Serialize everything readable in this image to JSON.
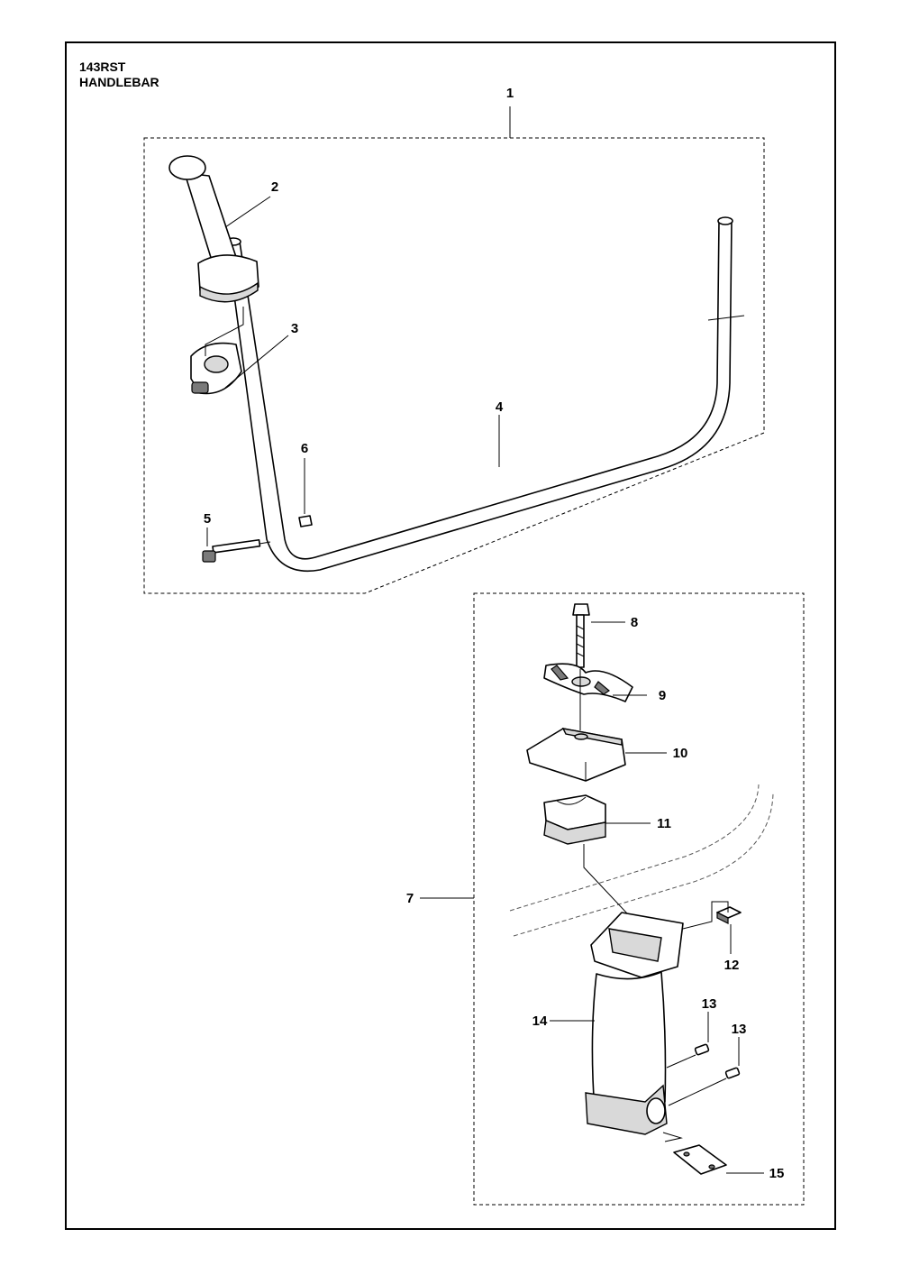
{
  "header": {
    "model": "143RST",
    "section": "HANDLEBAR"
  },
  "callouts": {
    "c1": "1",
    "c2": "2",
    "c3": "3",
    "c4": "4",
    "c5": "5",
    "c6": "6",
    "c7": "7",
    "c8": "8",
    "c9": "9",
    "c10": "10",
    "c11": "11",
    "c12": "12",
    "c13a": "13",
    "c13b": "13",
    "c14": "14",
    "c15": "15"
  }
}
